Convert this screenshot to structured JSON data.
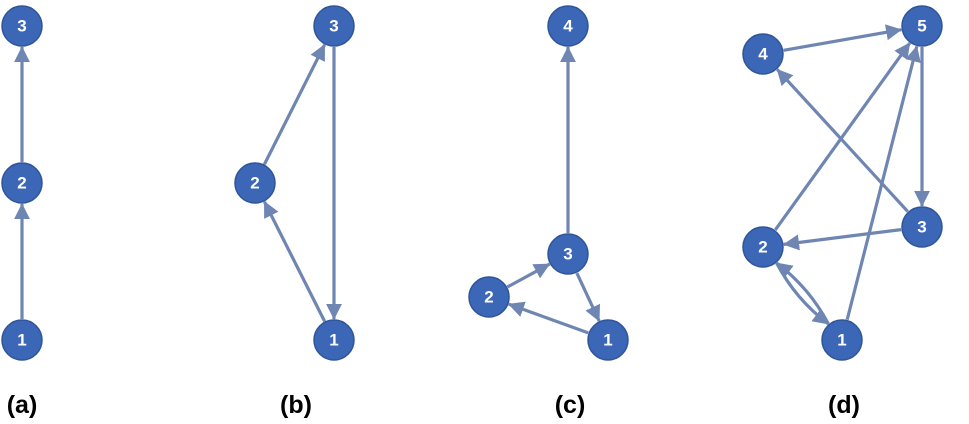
{
  "colors": {
    "node_fill": "#3c67b6",
    "node_stroke": "#2f5599",
    "edge": "#6f86b3",
    "label": "#ffffff"
  },
  "panels": [
    {
      "id": "a",
      "caption": "(a)",
      "nodes": [
        {
          "id": "1",
          "label": "1"
        },
        {
          "id": "2",
          "label": "2"
        },
        {
          "id": "3",
          "label": "3"
        }
      ],
      "edges": [
        {
          "from": "1",
          "to": "2"
        },
        {
          "from": "2",
          "to": "3"
        }
      ]
    },
    {
      "id": "b",
      "caption": "(b)",
      "nodes": [
        {
          "id": "1",
          "label": "1"
        },
        {
          "id": "2",
          "label": "2"
        },
        {
          "id": "3",
          "label": "3"
        }
      ],
      "edges": [
        {
          "from": "1",
          "to": "2"
        },
        {
          "from": "2",
          "to": "3"
        },
        {
          "from": "3",
          "to": "1"
        }
      ]
    },
    {
      "id": "c",
      "caption": "(c)",
      "nodes": [
        {
          "id": "1",
          "label": "1"
        },
        {
          "id": "2",
          "label": "2"
        },
        {
          "id": "3",
          "label": "3"
        },
        {
          "id": "4",
          "label": "4"
        }
      ],
      "edges": [
        {
          "from": "1",
          "to": "2"
        },
        {
          "from": "2",
          "to": "3"
        },
        {
          "from": "3",
          "to": "1"
        },
        {
          "from": "3",
          "to": "4"
        }
      ]
    },
    {
      "id": "d",
      "caption": "(d)",
      "nodes": [
        {
          "id": "1",
          "label": "1"
        },
        {
          "id": "2",
          "label": "2"
        },
        {
          "id": "3",
          "label": "3"
        },
        {
          "id": "4",
          "label": "4"
        },
        {
          "id": "5",
          "label": "5"
        }
      ],
      "edges": [
        {
          "from": "1",
          "to": "2"
        },
        {
          "from": "2",
          "to": "1"
        },
        {
          "from": "1",
          "to": "5"
        },
        {
          "from": "2",
          "to": "5"
        },
        {
          "from": "4",
          "to": "5"
        },
        {
          "from": "5",
          "to": "3"
        },
        {
          "from": "3",
          "to": "2"
        },
        {
          "from": "3",
          "to": "4"
        }
      ]
    }
  ]
}
